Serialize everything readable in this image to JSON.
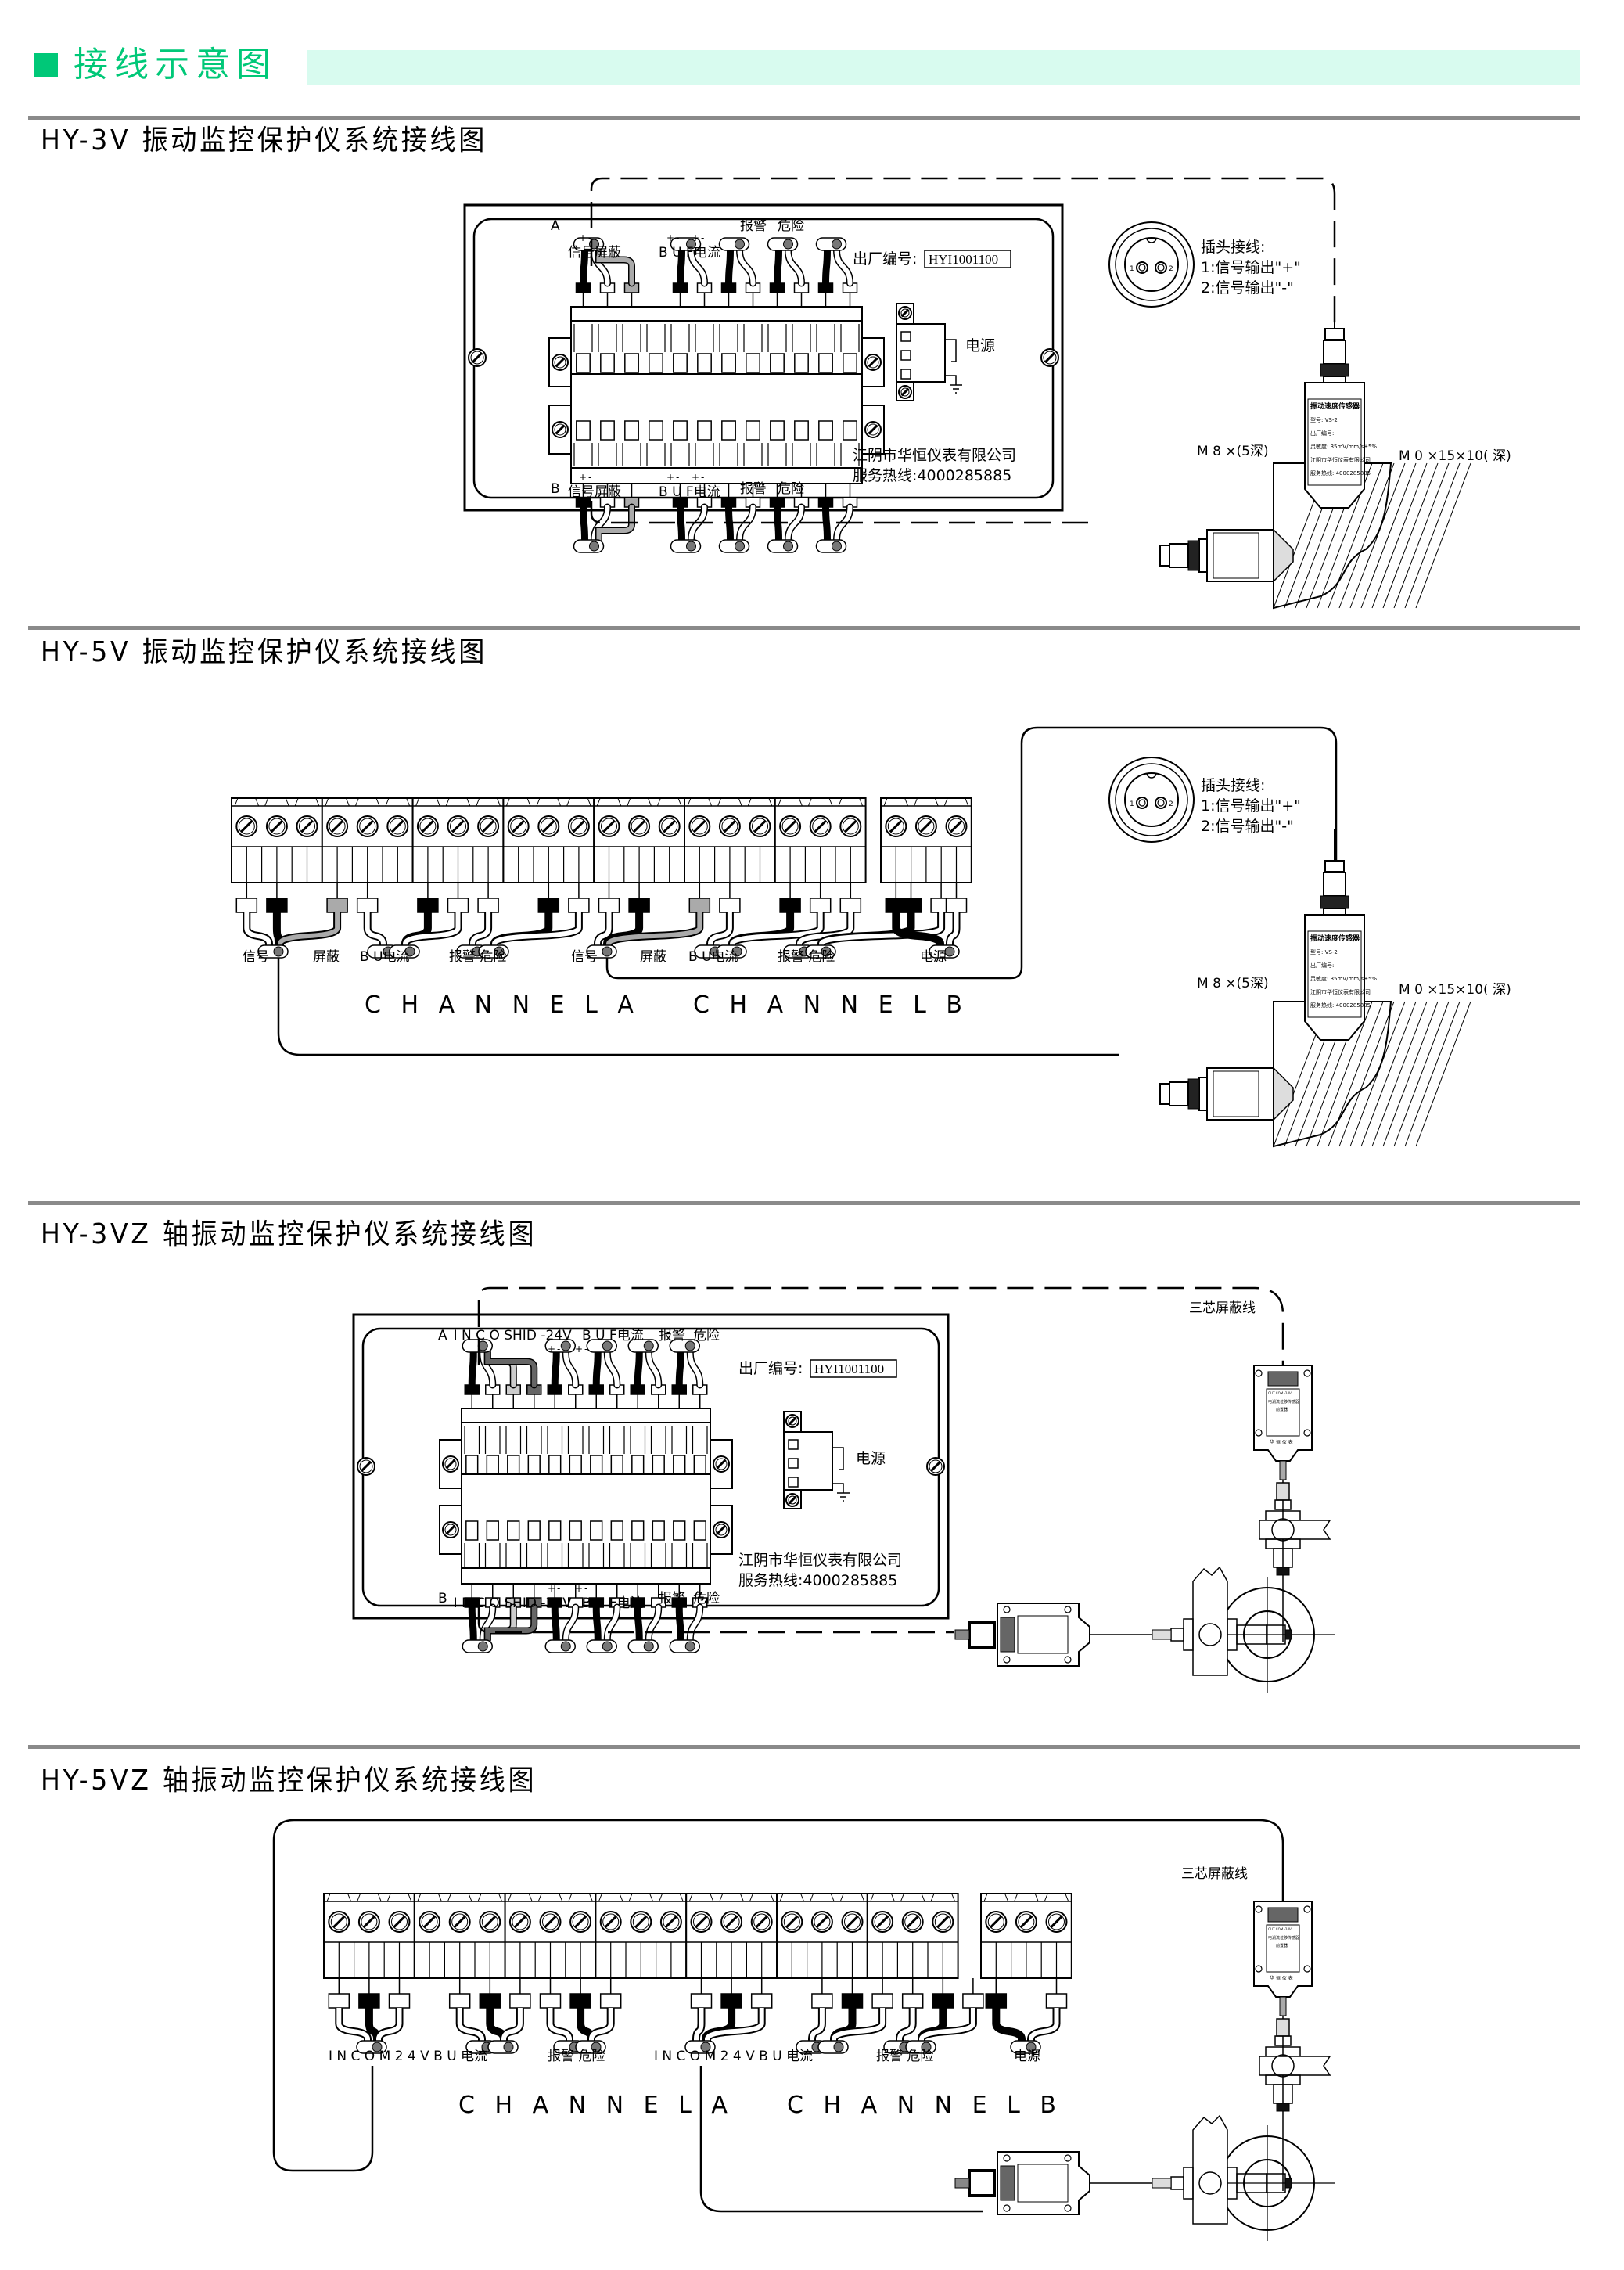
{
  "header": {
    "title": "接线示意图",
    "accent_color": "#00c878",
    "band_color": "#d8fbef"
  },
  "common": {
    "serial_label": "出厂编号:",
    "serial_value": "HYI1001100",
    "power_label": "电源",
    "company": "江阴市华恒仪表有限公司",
    "hotline": "服务热线:4000285885",
    "plug_title": "插头接线:",
    "plug_pin1": "1:信号输出\"+\"",
    "plug_pin2": "2:信号输出\"-\"",
    "pin_num_1": "1",
    "pin_num_2": "2",
    "mount_thread": "M 8 ×(5深)",
    "mount_hole": "M 0 ×15×10( 深)",
    "three_core_cable": "三芯屏蔽线",
    "plus": "+",
    "minus": "-",
    "channel_a": "C H A N N E L  A",
    "channel_b": "C H A N N E L  B"
  },
  "velocity_sensor": {
    "name": "振动速度传感器",
    "model": "型号: VS-2",
    "serial": "出厂编号:",
    "sensitivity": "灵敏度: 35mV/mm/s±5%",
    "company": "江阴市华恒仪表有限公司",
    "hotline": "服务热线: 4000285885"
  },
  "preamp": {
    "terminals": "OUT  COM  -24V",
    "name": "电涡流位移传感器",
    "type": "前置器",
    "brand": "华 恒 仪 表"
  },
  "sections": [
    {
      "title": "HY-3V 振动监控保护仪系统接线图",
      "top_labels": [
        "A",
        "信号屏蔽",
        "B U F电流",
        "报警",
        "危险"
      ],
      "bottom_labels": [
        "B",
        "信号屏蔽",
        "B U F电流",
        "报警",
        "危险"
      ]
    },
    {
      "title": "HY-5V 振动监控保护仪系统接线图",
      "terminal_labels": [
        "信号",
        "屏蔽",
        "B U电流",
        "报警 危险",
        "信号",
        "屏蔽",
        "B U电流",
        "报警 危险",
        "电源"
      ]
    },
    {
      "title": "HY-3VZ 轴振动监控保护仪系统接线图",
      "top_labels": [
        "A",
        "I N C O SHID -24V",
        "B U F电流",
        "报警",
        "危险"
      ],
      "bottom_labels": [
        "B",
        "I N C O SHID -24V",
        "B U F电流",
        "报警",
        "危险"
      ]
    },
    {
      "title": "HY-5VZ 轴振动监控保护仪系统接线图",
      "terminal_labels": [
        "I N C O M 2 4 V B U 电流",
        "报警 危险",
        "I N C O M 2 4 V B U 电流",
        "报警 危险",
        "电源"
      ]
    }
  ]
}
